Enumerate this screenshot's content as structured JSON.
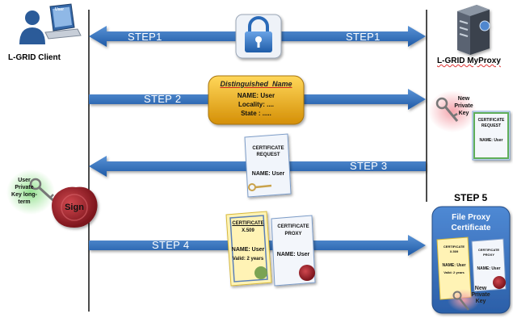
{
  "client": {
    "label": "L-GRID Client",
    "badge": "User"
  },
  "server": {
    "label": "L-GRID MyProxy"
  },
  "step1": {
    "left": "STEP1",
    "right": "STEP1"
  },
  "step2": {
    "label": "STEP 2",
    "dn_title": "Distinguished  Name",
    "dn_lines": [
      "NAME: User",
      "Locality: ....",
      "State : ....."
    ]
  },
  "new_key": {
    "lines": [
      "New",
      "Private",
      "Key"
    ]
  },
  "cert_request_server": {
    "lines": [
      "CERTIFICATE",
      "REQUEST"
    ],
    "name": "NAME: User"
  },
  "step3": {
    "label": "STEP 3"
  },
  "cert_request_mid": {
    "lines": [
      "CERTIFICATE",
      "REQUEST"
    ],
    "name": "NAME: User"
  },
  "user_key": {
    "lines": [
      "User",
      "Private",
      "Key long-",
      "term"
    ]
  },
  "sign": {
    "label": "Sign"
  },
  "step4": {
    "label": "STEP 4"
  },
  "cert_x509": {
    "lines": [
      "CERTIFICATE",
      "X.509"
    ],
    "name": "NAME: User",
    "valid": "Valid: 2 years"
  },
  "cert_proxy": {
    "lines": [
      "CERTIFICATE",
      "PROXY"
    ],
    "name": "NAME: User"
  },
  "step5": {
    "label": "STEP 5",
    "box_title": [
      "File Proxy",
      "Certificate"
    ],
    "mini_x509": [
      "CERTIFICATE",
      "X.509",
      "NAME: User",
      "Valid: 2 years"
    ],
    "mini_proxy": [
      "CERTIFICATE",
      "PROXY",
      "NAME: User"
    ],
    "key": [
      "New",
      "Private",
      "Key"
    ]
  },
  "colors": {
    "arrow": "#2f6db5",
    "gold": "#e8a81a",
    "step5_box": "#3d78c4",
    "seal": "#a8262e"
  }
}
